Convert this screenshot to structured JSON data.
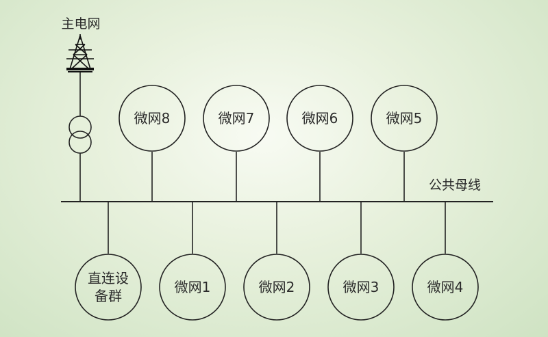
{
  "diagram": {
    "main_grid_label": "主电网",
    "bus_label": "公共母线",
    "top_nodes": [
      {
        "id": "mg8",
        "label": "微网8"
      },
      {
        "id": "mg7",
        "label": "微网7"
      },
      {
        "id": "mg6",
        "label": "微网6"
      },
      {
        "id": "mg5",
        "label": "微网5"
      }
    ],
    "bottom_nodes": [
      {
        "id": "direct",
        "label_line1": "直连设",
        "label_line2": "备群"
      },
      {
        "id": "mg1",
        "label": "微网1"
      },
      {
        "id": "mg2",
        "label": "微网2"
      },
      {
        "id": "mg3",
        "label": "微网3"
      },
      {
        "id": "mg4",
        "label": "微网4"
      }
    ],
    "icons": [
      "transmission-tower-icon",
      "transformer-icon"
    ]
  }
}
